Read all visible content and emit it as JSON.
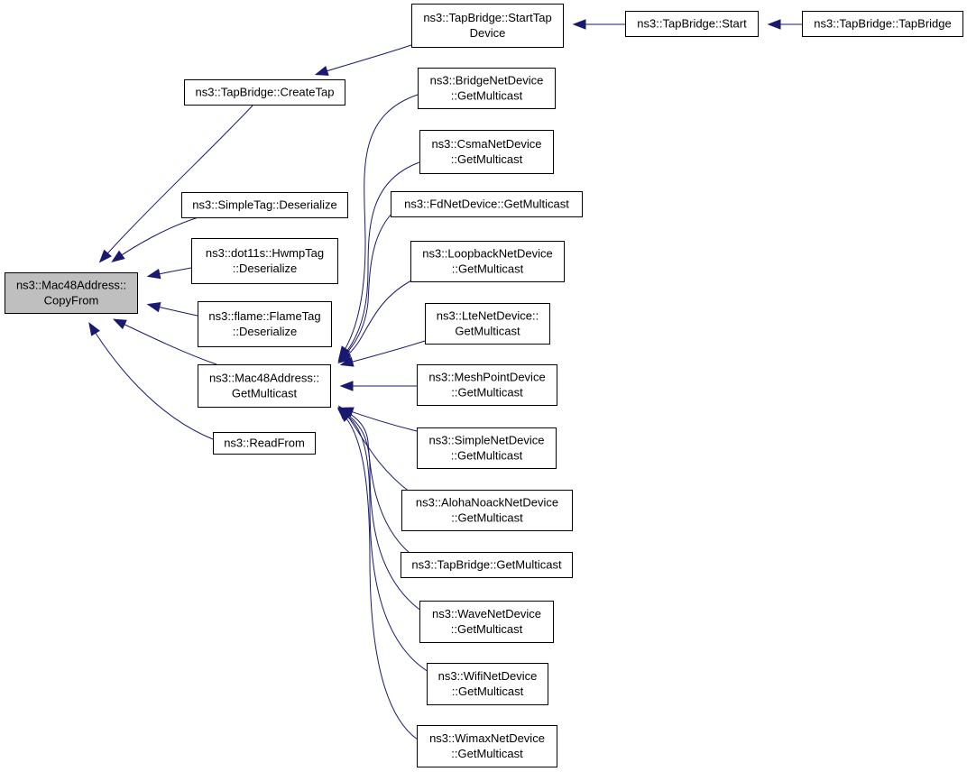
{
  "graph": {
    "nodes": [
      {
        "id": "copyfrom",
        "lines": [
          "ns3::Mac48Address::",
          "CopyFrom"
        ],
        "root": true
      },
      {
        "id": "createtap",
        "lines": [
          "ns3::TapBridge::CreateTap"
        ]
      },
      {
        "id": "starttap",
        "lines": [
          "ns3::TapBridge::StartTap",
          "Device"
        ]
      },
      {
        "id": "start",
        "lines": [
          "ns3::TapBridge::Start"
        ]
      },
      {
        "id": "tapbridge",
        "lines": [
          "ns3::TapBridge::TapBridge"
        ]
      },
      {
        "id": "simpletag",
        "lines": [
          "ns3::SimpleTag::Deserialize"
        ]
      },
      {
        "id": "hwmptag",
        "lines": [
          "ns3::dot11s::HwmpTag",
          "::Deserialize"
        ]
      },
      {
        "id": "flametag",
        "lines": [
          "ns3::flame::FlameTag",
          "::Deserialize"
        ]
      },
      {
        "id": "macgetmc",
        "lines": [
          "ns3::Mac48Address::",
          "GetMulticast"
        ]
      },
      {
        "id": "readfrom",
        "lines": [
          "ns3::ReadFrom"
        ]
      },
      {
        "id": "bridge",
        "lines": [
          "ns3::BridgeNetDevice",
          "::GetMulticast"
        ]
      },
      {
        "id": "csma",
        "lines": [
          "ns3::CsmaNetDevice",
          "::GetMulticast"
        ]
      },
      {
        "id": "fd",
        "lines": [
          "ns3::FdNetDevice::GetMulticast"
        ]
      },
      {
        "id": "loopback",
        "lines": [
          "ns3::LoopbackNetDevice",
          "::GetMulticast"
        ]
      },
      {
        "id": "lte",
        "lines": [
          "ns3::LteNetDevice::",
          "GetMulticast"
        ]
      },
      {
        "id": "meshpoint",
        "lines": [
          "ns3::MeshPointDevice",
          "::GetMulticast"
        ]
      },
      {
        "id": "simplenet",
        "lines": [
          "ns3::SimpleNetDevice",
          "::GetMulticast"
        ]
      },
      {
        "id": "aloha",
        "lines": [
          "ns3::AlohaNoackNetDevice",
          "::GetMulticast"
        ]
      },
      {
        "id": "tapgetmc",
        "lines": [
          "ns3::TapBridge::GetMulticast"
        ]
      },
      {
        "id": "wave",
        "lines": [
          "ns3::WaveNetDevice",
          "::GetMulticast"
        ]
      },
      {
        "id": "wifi",
        "lines": [
          "ns3::WifiNetDevice",
          "::GetMulticast"
        ]
      },
      {
        "id": "wimax",
        "lines": [
          "ns3::WimaxNetDevice",
          "::GetMulticast"
        ]
      }
    ],
    "edges": [
      {
        "from": "createtap",
        "to": "copyfrom"
      },
      {
        "from": "simpletag",
        "to": "copyfrom"
      },
      {
        "from": "hwmptag",
        "to": "copyfrom"
      },
      {
        "from": "flametag",
        "to": "copyfrom"
      },
      {
        "from": "macgetmc",
        "to": "copyfrom"
      },
      {
        "from": "readfrom",
        "to": "copyfrom"
      },
      {
        "from": "starttap",
        "to": "createtap"
      },
      {
        "from": "start",
        "to": "starttap"
      },
      {
        "from": "tapbridge",
        "to": "start"
      },
      {
        "from": "bridge",
        "to": "macgetmc"
      },
      {
        "from": "csma",
        "to": "macgetmc"
      },
      {
        "from": "fd",
        "to": "macgetmc"
      },
      {
        "from": "loopback",
        "to": "macgetmc"
      },
      {
        "from": "lte",
        "to": "macgetmc"
      },
      {
        "from": "meshpoint",
        "to": "macgetmc"
      },
      {
        "from": "simplenet",
        "to": "macgetmc"
      },
      {
        "from": "aloha",
        "to": "macgetmc"
      },
      {
        "from": "tapgetmc",
        "to": "macgetmc"
      },
      {
        "from": "wave",
        "to": "macgetmc"
      },
      {
        "from": "wifi",
        "to": "macgetmc"
      },
      {
        "from": "wimax",
        "to": "macgetmc"
      }
    ]
  },
  "colors": {
    "edge": "#191970",
    "root_fill": "#bfbfbf",
    "node_fill": "#ffffff",
    "border": "#000000"
  }
}
